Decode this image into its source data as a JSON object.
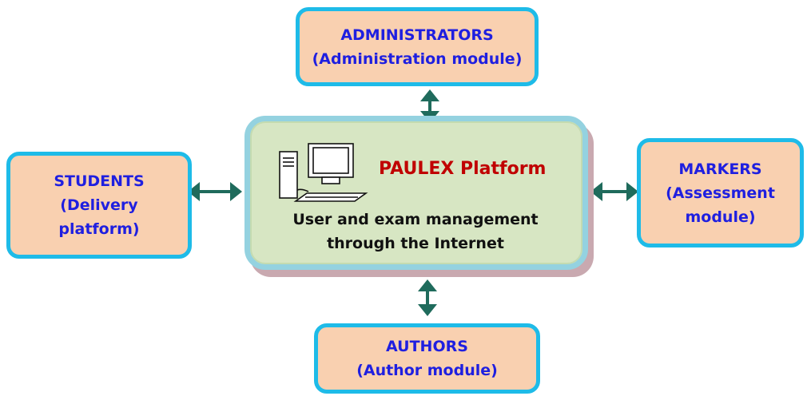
{
  "colors": {
    "node_fill": "#f9d0b0",
    "node_border": "#1ebbe8",
    "node_text": "#1f1fe0",
    "platform_fill": "#d7e6c3",
    "platform_title": "#c00000",
    "arrow": "#1f6b5c"
  },
  "platform": {
    "title": "PAULEX Platform",
    "desc_line1": "User and exam management",
    "desc_line2": "through the Internet",
    "icon": "computer-icon"
  },
  "nodes": {
    "admin": {
      "line1": "ADMINISTRATORS",
      "line2": "(Administration module)"
    },
    "students": {
      "line1": "STUDENTS",
      "line2": "(Delivery",
      "line3": "platform)"
    },
    "markers": {
      "line1": "MARKERS",
      "line2": "(Assessment",
      "line3": "module)"
    },
    "authors": {
      "line1": "AUTHORS",
      "line2": "(Author module)"
    }
  }
}
